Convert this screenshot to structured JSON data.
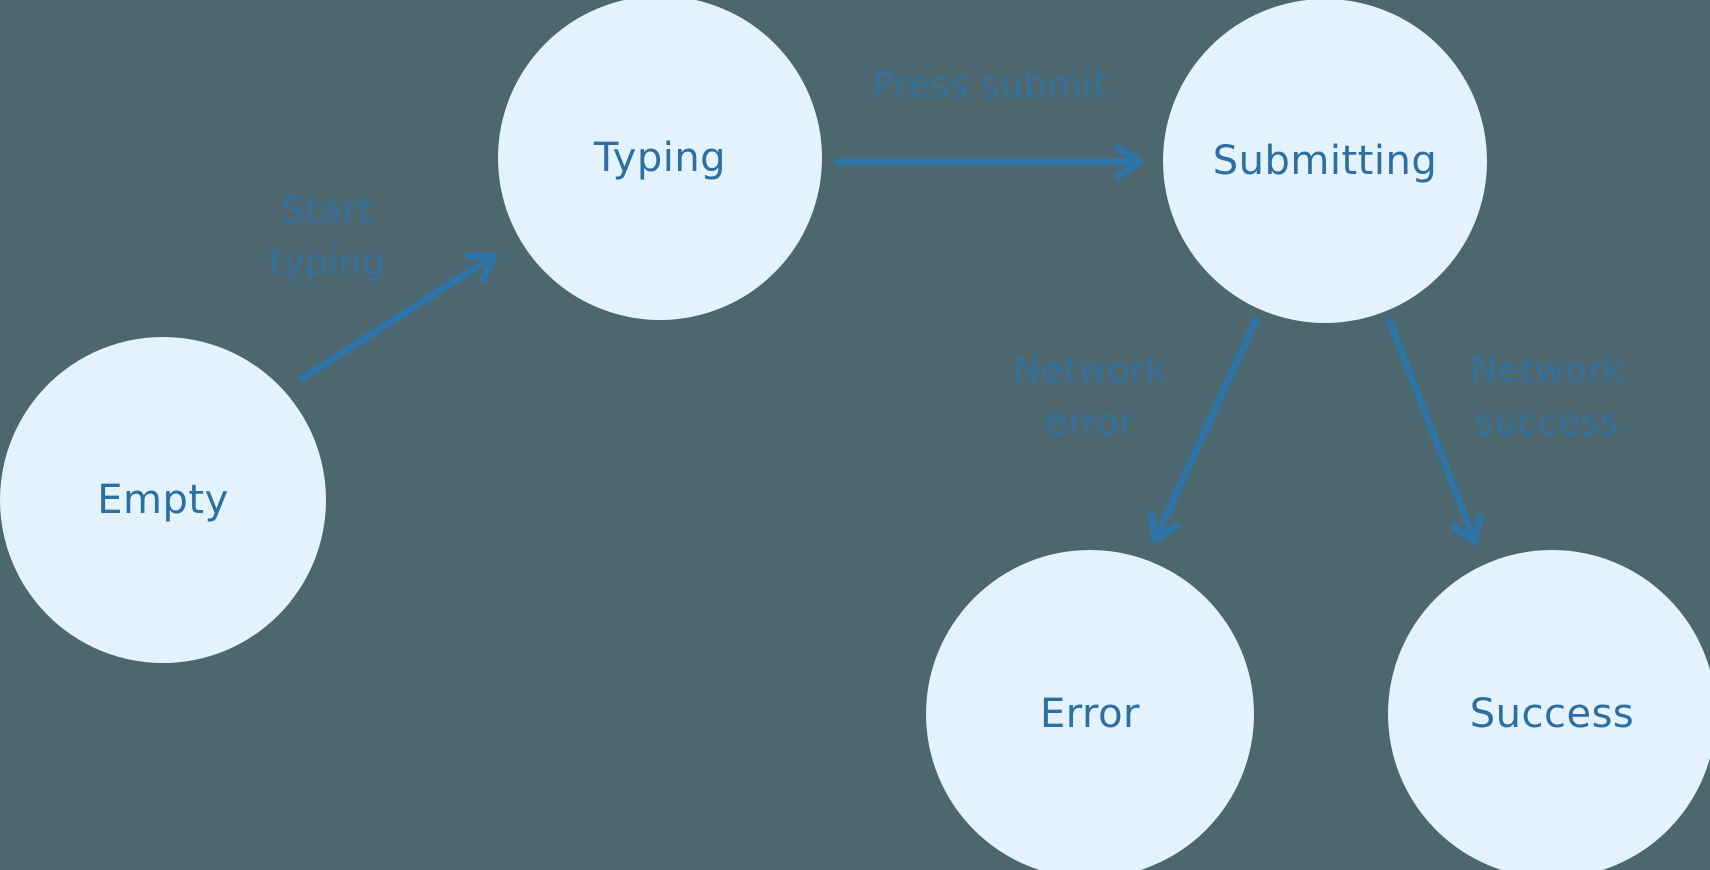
{
  "diagram": {
    "type": "state-machine",
    "nodes": [
      {
        "id": "empty",
        "label": "Empty"
      },
      {
        "id": "typing",
        "label": "Typing"
      },
      {
        "id": "submitting",
        "label": "Submitting"
      },
      {
        "id": "error",
        "label": "Error"
      },
      {
        "id": "success",
        "label": "Success"
      }
    ],
    "edges": [
      {
        "from": "empty",
        "to": "typing",
        "label": "Start typing",
        "lines": [
          "Start",
          "typing"
        ]
      },
      {
        "from": "typing",
        "to": "submitting",
        "label": "Press submit",
        "lines": [
          "Press submit"
        ]
      },
      {
        "from": "submitting",
        "to": "error",
        "label": "Network error",
        "lines": [
          "Network",
          "error"
        ]
      },
      {
        "from": "submitting",
        "to": "success",
        "label": "Network success",
        "lines": [
          "Network",
          "success"
        ]
      }
    ],
    "colors": {
      "background": "#4C6770",
      "node_fill": "#E3F2FB",
      "node_text": "#2D6FA1",
      "arrow": "#2E74A6",
      "edge_label": "#2E74A6"
    }
  }
}
